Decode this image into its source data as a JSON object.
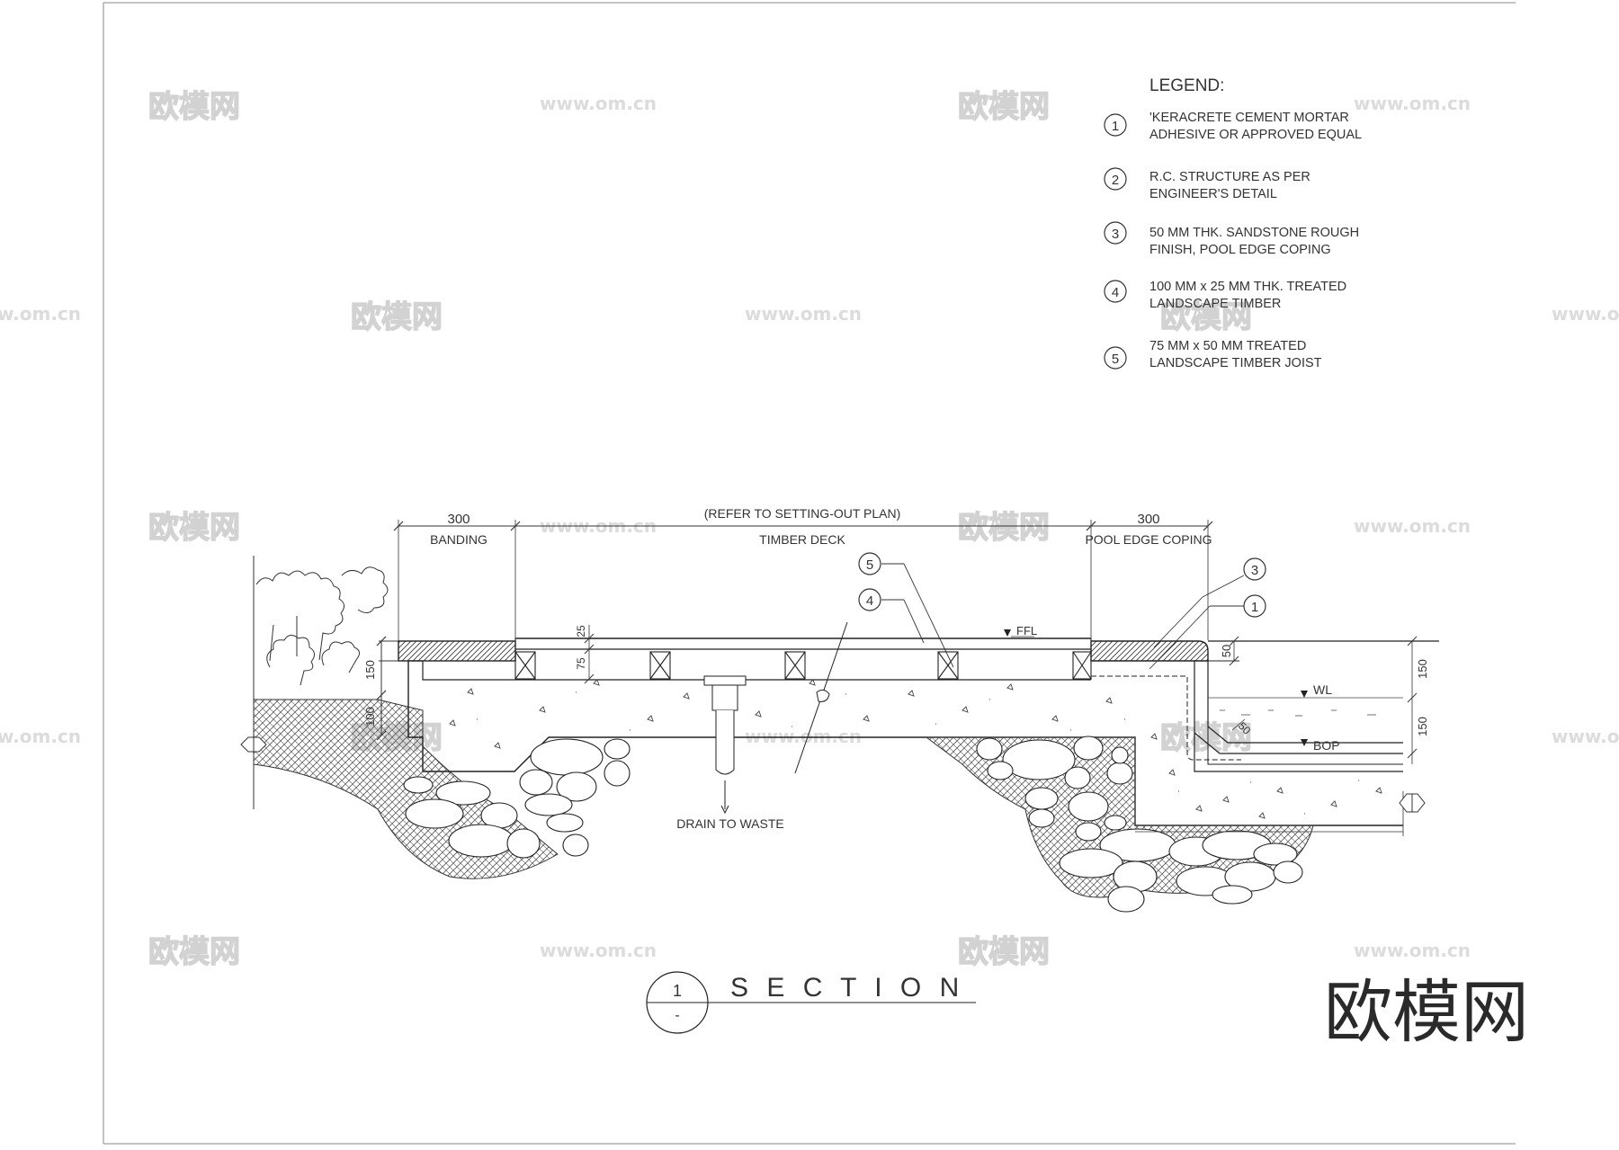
{
  "legend": {
    "title": "LEGEND:",
    "items": [
      {
        "num": "1",
        "line1": "'KERACRETE CEMENT MORTAR",
        "line2": "ADHESIVE OR APPROVED EQUAL"
      },
      {
        "num": "2",
        "line1": "R.C. STRUCTURE AS PER",
        "line2": "ENGINEER'S DETAIL"
      },
      {
        "num": "3",
        "line1": "50 MM THK. SANDSTONE ROUGH",
        "line2": "FINISH, POOL EDGE COPING"
      },
      {
        "num": "4",
        "line1": "100 MM x 25 MM THK. TREATED",
        "line2": "LANDSCAPE TIMBER"
      },
      {
        "num": "5",
        "line1": "75 MM x 50 MM TREATED",
        "line2": "LANDSCAPE TIMBER JOIST"
      }
    ]
  },
  "section": {
    "dims": {
      "banding_width": "300",
      "deck_note": "(REFER TO SETTING-OUT PLAN)",
      "coping_width": "300",
      "d25": "25",
      "d75": "75",
      "d150_left": "150",
      "d100_left": "100",
      "d50": "50",
      "d150_top": "150",
      "d150_bottom": "150",
      "d50_slope": "50"
    },
    "labels": {
      "banding": "BANDING",
      "timber_deck": "TIMBER DECK",
      "pool_edge_coping": "POOL EDGE COPING",
      "ffl": "FFL",
      "wl": "WL",
      "bop": "BOP",
      "drain": "DRAIN TO WASTE"
    },
    "callouts": [
      "5",
      "4",
      "3",
      "1"
    ]
  },
  "title_block": {
    "number": "1",
    "sheet": "-",
    "title": "S E C T I O N"
  },
  "watermark": {
    "brand": "欧模网",
    "url": "www.om.cn"
  },
  "colors": {
    "line": "#222222",
    "hatch": "#555555",
    "watermark": "#d2d2d2"
  }
}
